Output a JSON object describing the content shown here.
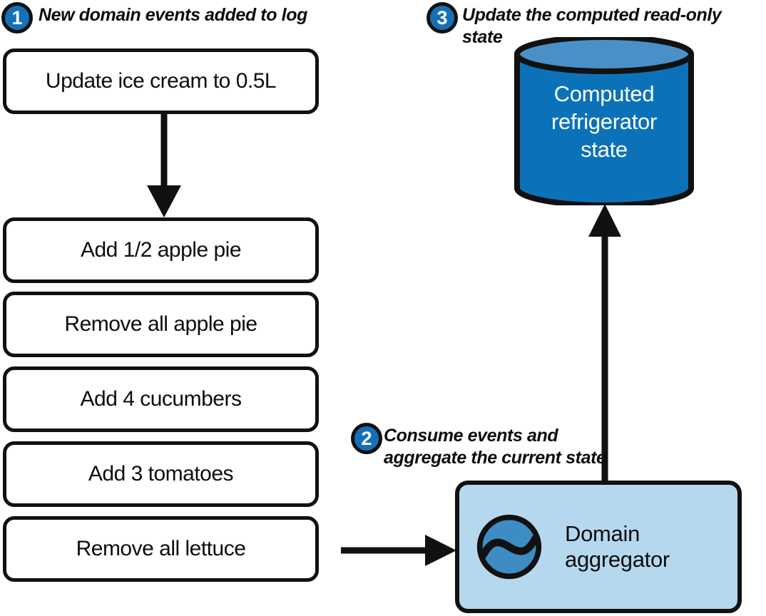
{
  "diagram": {
    "title": "Event sourcing: domain events, aggregator, computed state",
    "colors": {
      "badge_blue": "#1570b8",
      "outline_black": "#111111",
      "cylinder_body": "#0b72b9",
      "cylinder_top": "#4a90c8",
      "aggregator_fill": "#b5d8ee",
      "aggregator_icon_fill": "#3d8dc4",
      "box_fill": "#ffffff",
      "page_background": "#ffffff"
    }
  },
  "steps": [
    {
      "number": "1",
      "caption": "New domain events added to log"
    },
    {
      "number": "2",
      "caption": "Consume events and\naggregate the current state"
    },
    {
      "number": "3",
      "caption": "Update the computed read-only state"
    }
  ],
  "event_log": {
    "name": "domain-event-log",
    "events": [
      {
        "label": "Update ice cream to 0.5L"
      },
      {
        "label": "Add 1/2 apple pie"
      },
      {
        "label": "Remove all apple pie"
      },
      {
        "label": "Add 4 cucumbers"
      },
      {
        "label": "Add 3 tomatoes"
      },
      {
        "label": "Remove all lettuce"
      }
    ]
  },
  "aggregator": {
    "label": "Domain aggregator",
    "icon": "wave-circle-icon"
  },
  "computed_state": {
    "label": "Computed\nrefrigerator\nstate"
  },
  "arrows": [
    {
      "name": "arrow-events-append",
      "direction": "down"
    },
    {
      "name": "arrow-log-to-aggregator",
      "direction": "right"
    },
    {
      "name": "arrow-aggregator-to-state",
      "direction": "up"
    }
  ]
}
